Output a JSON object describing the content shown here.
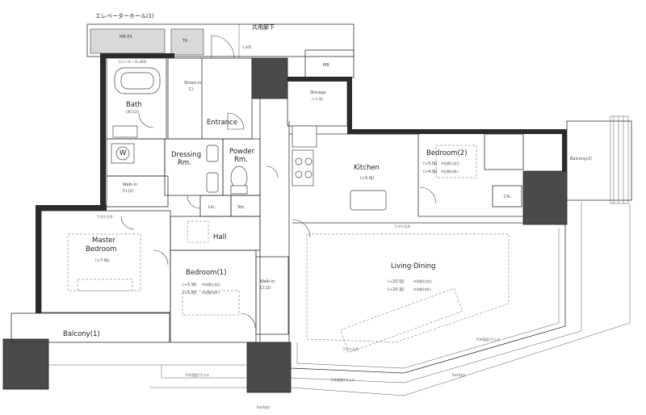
{
  "labels": {
    "elevator_hall": "エレベーターホール(1)",
    "common_corridor": "共用廊下",
    "mb_top": "MB",
    "mb_left": "MB·ES",
    "tr": "TR",
    "counter": "カウンター H=800",
    "bath": "Bath",
    "bath_size": "UB1520",
    "shoes_in": "Shoes-in",
    "shoes_in2": "Cl.",
    "entrance": "Entrance",
    "storage": "Storage",
    "storage_size": "(≈1.4J)",
    "kitchen": "Kitchen",
    "kitchen_size": "(≈5.6J)",
    "bedroom2": "Bedroom(2)",
    "bedroom2_a": "(≈5.0J)",
    "bedroom2_a_note": "※柱脚分含む",
    "bedroom2_b": "(≈4.9J)",
    "bedroom2_b_note": "※柱脚分除く",
    "balcony2": "Balcony(2)",
    "dressing": "Dressing",
    "dressing2": "Rm.",
    "powder": "Powder",
    "powder2": "Rm.",
    "washer": "W",
    "walkin1": "Walk-in",
    "walkin1b": "Cl.(1)",
    "lin": "Lin.",
    "sto": "Sto.",
    "master": "Master",
    "master2": "Bedroom",
    "master_size": "(≈7.6J)",
    "hall": "Hall",
    "living": "Living·Dining",
    "living_a": "(≈20.5J)",
    "living_a_note": "※柱脚分含む",
    "living_b": "(≈20.3J)",
    "living_b_note": "※柱脚分除く",
    "bedroom1": "Bedroom(1)",
    "bedroom1_a": "(≈5.9J)",
    "bedroom1_a_note": "※柱脚分含む",
    "bedroom1_b": "(≈5.8J)",
    "bedroom1_b_note": "※柱脚分除く",
    "walkin2": "Walk-in",
    "walkin2b": "Cl.(2)",
    "balcony1": "Balcony(1)",
    "fix_glass1": "FIX(固定)ガラス",
    "fix_glass2": "FIX(固定)ガラス",
    "fix_glass3": "FIX(固定)ガラス",
    "roof_bottom": "Roof(庇)",
    "roof_right": "Roof(庇)",
    "cln": "Cln.",
    "dim_1000": "1,000",
    "ceiling_note": "下がり天井"
  }
}
